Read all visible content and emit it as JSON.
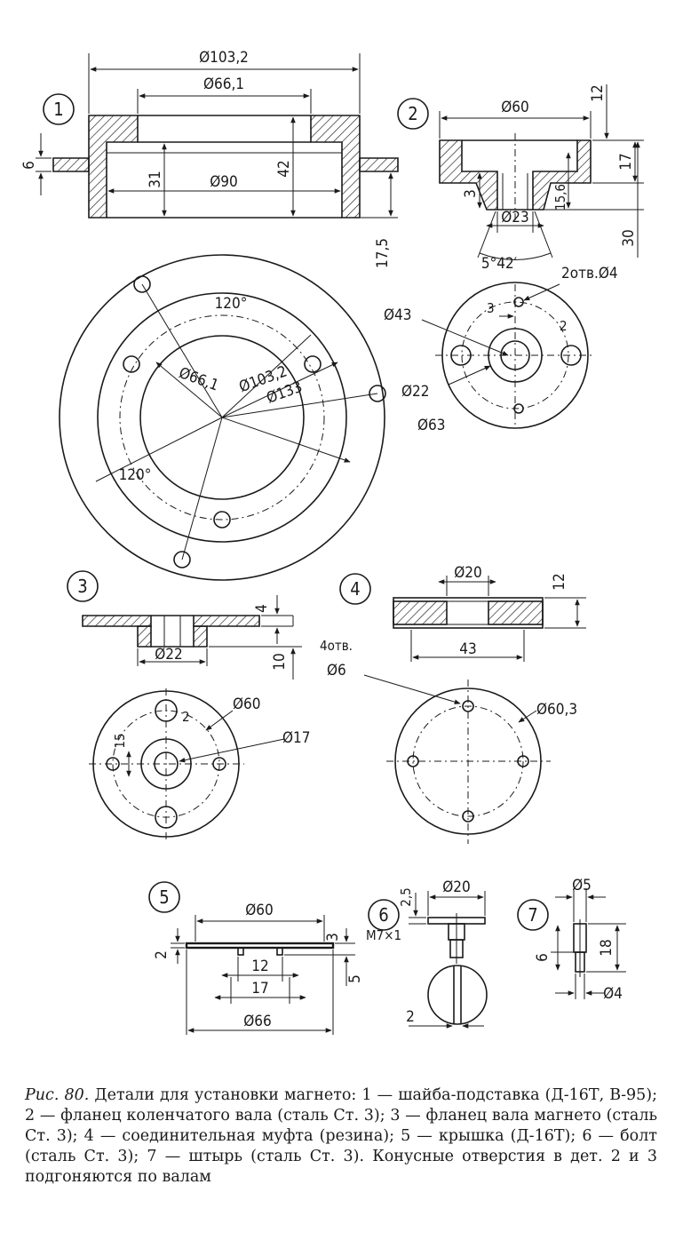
{
  "parts": {
    "p1": {
      "number": "1",
      "dims": {
        "d103_2": "Ø103,2",
        "d66_1": "Ø66,1",
        "d90": "Ø90",
        "h6": "6",
        "h31": "31",
        "h42": "42",
        "h17_5": "17,5"
      },
      "plan": {
        "angle1": "120°",
        "angle2": "120°",
        "d66_1": "Ø66,1",
        "d103_2": "Ø103,2",
        "d133": "Ø133"
      }
    },
    "p2": {
      "number": "2",
      "dims": {
        "d60": "Ø60",
        "h12": "12",
        "h17": "17",
        "h3": "3",
        "h15_6": "15,6",
        "h30": "30",
        "d23": "Ø23",
        "angle": "5°42′"
      },
      "plan": {
        "holes": "2отв.Ø4",
        "d43": "Ø43",
        "d22": "Ø22",
        "d63": "Ø63",
        "s3": "3",
        "s2": "2"
      }
    },
    "p3": {
      "number": "3",
      "dims": {
        "h4": "4",
        "h10": "10",
        "d22": "Ø22"
      },
      "plan": {
        "d60": "Ø60",
        "d17": "Ø17",
        "s15": "15",
        "s2": "2"
      }
    },
    "p4": {
      "number": "4",
      "dims": {
        "d20": "Ø20",
        "h12": "12",
        "w43": "43"
      },
      "plan": {
        "holes": "4отв.",
        "d6": "Ø6",
        "d60_3": "Ø60,3"
      }
    },
    "p5": {
      "number": "5",
      "dims": {
        "d60": "Ø60",
        "d66": "Ø66",
        "w12": "12",
        "w17": "17",
        "h2": "2",
        "h3": "3",
        "h5": "5"
      }
    },
    "p6": {
      "number": "6",
      "dims": {
        "h2_5": "2,5",
        "d20": "Ø20",
        "thread": "М7×1",
        "w2": "2"
      }
    },
    "p7": {
      "number": "7",
      "dims": {
        "d5": "Ø5",
        "h18": "18",
        "h6": "6",
        "d4": "Ø4"
      }
    }
  },
  "caption": {
    "figure": "Рис. 80.",
    "text": " Детали для установки магнето: 1 — шайба-подставка (Д-16Т, В-95); 2 — фланец коленчатого вала (сталь Ст. 3); 3 — фланец вала магнето (сталь Ст. 3); 4 — соединительная муфта (резина); 5 — крышка (Д-16Т); 6 — болт (сталь Ст. 3); 7 — штырь (сталь Ст. 3). Конусные отверстия в дет. 2 и 3 подгоняются по валам"
  }
}
